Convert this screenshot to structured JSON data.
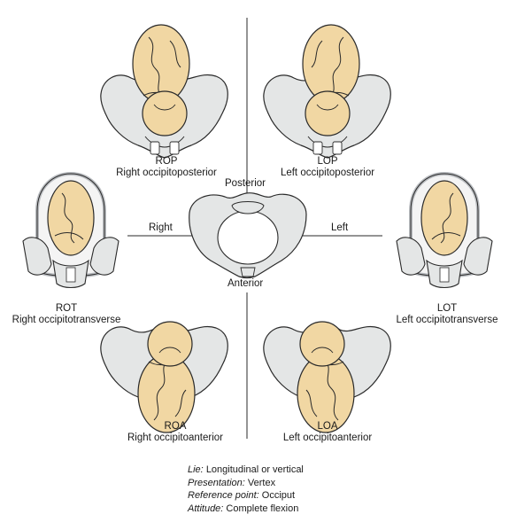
{
  "axes": {
    "posterior": "Posterior",
    "anterior": "Anterior",
    "right": "Right",
    "left": "Left"
  },
  "positions": [
    {
      "code": "ROP",
      "name": "Right occipitoposterior"
    },
    {
      "code": "LOP",
      "name": "Left occipitoposterior"
    },
    {
      "code": "ROT",
      "name": "Right occipitotransverse"
    },
    {
      "code": "LOT",
      "name": "Left occipitotransverse"
    },
    {
      "code": "ROA",
      "name": "Right occipitoanterior"
    },
    {
      "code": "LOA",
      "name": "Left occipitoanterior"
    }
  ],
  "legend": [
    {
      "term": "Lie:",
      "value": "Longitudinal or vertical"
    },
    {
      "term": "Presentation:",
      "value": "Vertex"
    },
    {
      "term": "Reference point:",
      "value": "Occiput"
    },
    {
      "term": "Attitude:",
      "value": "Complete flexion"
    }
  ],
  "colors": {
    "fetus_skin": "#f1d7a3",
    "pelvis_bone": "#e4e6e6",
    "outline": "#2a2a2a",
    "uterus_wall": "#b9bcc0"
  }
}
